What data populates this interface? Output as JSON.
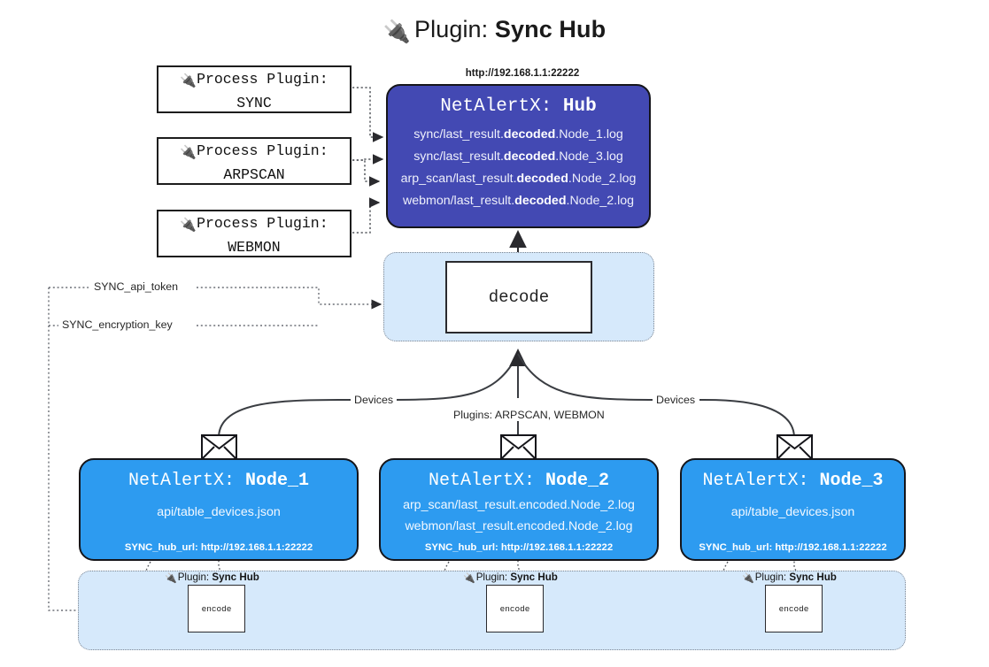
{
  "title": {
    "icon": "plug-icon",
    "prefix": "Plugin:",
    "name": "Sync Hub"
  },
  "process_plugins": [
    {
      "icon": "plug-icon",
      "line1": "Process Plugin:",
      "line2": "SYNC"
    },
    {
      "icon": "plug-icon",
      "line1": "Process Plugin:",
      "line2": "ARPSCAN"
    },
    {
      "icon": "plug-icon",
      "line1": "Process Plugin:",
      "line2": "WEBMON"
    }
  ],
  "hub": {
    "url": "http://192.168.1.1:22222",
    "title_prefix": "NetAlertX: ",
    "title_name": "Hub",
    "logs": [
      {
        "pre": "sync/last_result.",
        "mid": "decoded",
        "post": ".Node_1.log"
      },
      {
        "pre": "sync/last_result.",
        "mid": "decoded",
        "post": ".Node_3.log"
      },
      {
        "pre": "arp_scan/last_result.",
        "mid": "decoded",
        "post": ".Node_2.log"
      },
      {
        "pre": "webmon/last_result.",
        "mid": "decoded",
        "post": ".Node_2.log"
      }
    ]
  },
  "decode": {
    "label": "decode"
  },
  "secrets": [
    {
      "label": "SYNC_api_token"
    },
    {
      "label": "SYNC_encryption_key"
    }
  ],
  "edge_labels": {
    "devices_left": "Devices",
    "devices_right": "Devices",
    "plugins_center": "Plugins: ARPSCAN, WEBMON"
  },
  "nodes": [
    {
      "title_prefix": "NetAlertX: ",
      "title_name": "Node_1",
      "lines": [
        "api/table_devices.json"
      ],
      "hub_url": "SYNC_hub_url: http://192.168.1.1:22222"
    },
    {
      "title_prefix": "NetAlertX: ",
      "title_name": "Node_2",
      "lines": [
        "arp_scan/last_result.encoded.Node_2.log",
        "webmon/last_result.encoded.Node_2.log"
      ],
      "hub_url": "SYNC_hub_url: http://192.168.1.1:22222"
    },
    {
      "title_prefix": "NetAlertX: ",
      "title_name": "Node_3",
      "lines": [
        "api/table_devices.json"
      ],
      "hub_url": "SYNC_hub_url: http://192.168.1.1:22222"
    }
  ],
  "encoders": [
    {
      "plugin_label_prefix": "Plugin:",
      "plugin_label_name": "Sync Hub",
      "box_label": "encode"
    },
    {
      "plugin_label_prefix": "Plugin:",
      "plugin_label_name": "Sync Hub",
      "box_label": "encode"
    },
    {
      "plugin_label_prefix": "Plugin:",
      "plugin_label_name": "Sync Hub",
      "box_label": "encode"
    }
  ],
  "colors": {
    "hub_fill": "#4349b3",
    "node_fill": "#2d9bf0",
    "container_fill": "#d6e9fb",
    "stroke": "#15151a",
    "dotted": "#7d8590"
  }
}
